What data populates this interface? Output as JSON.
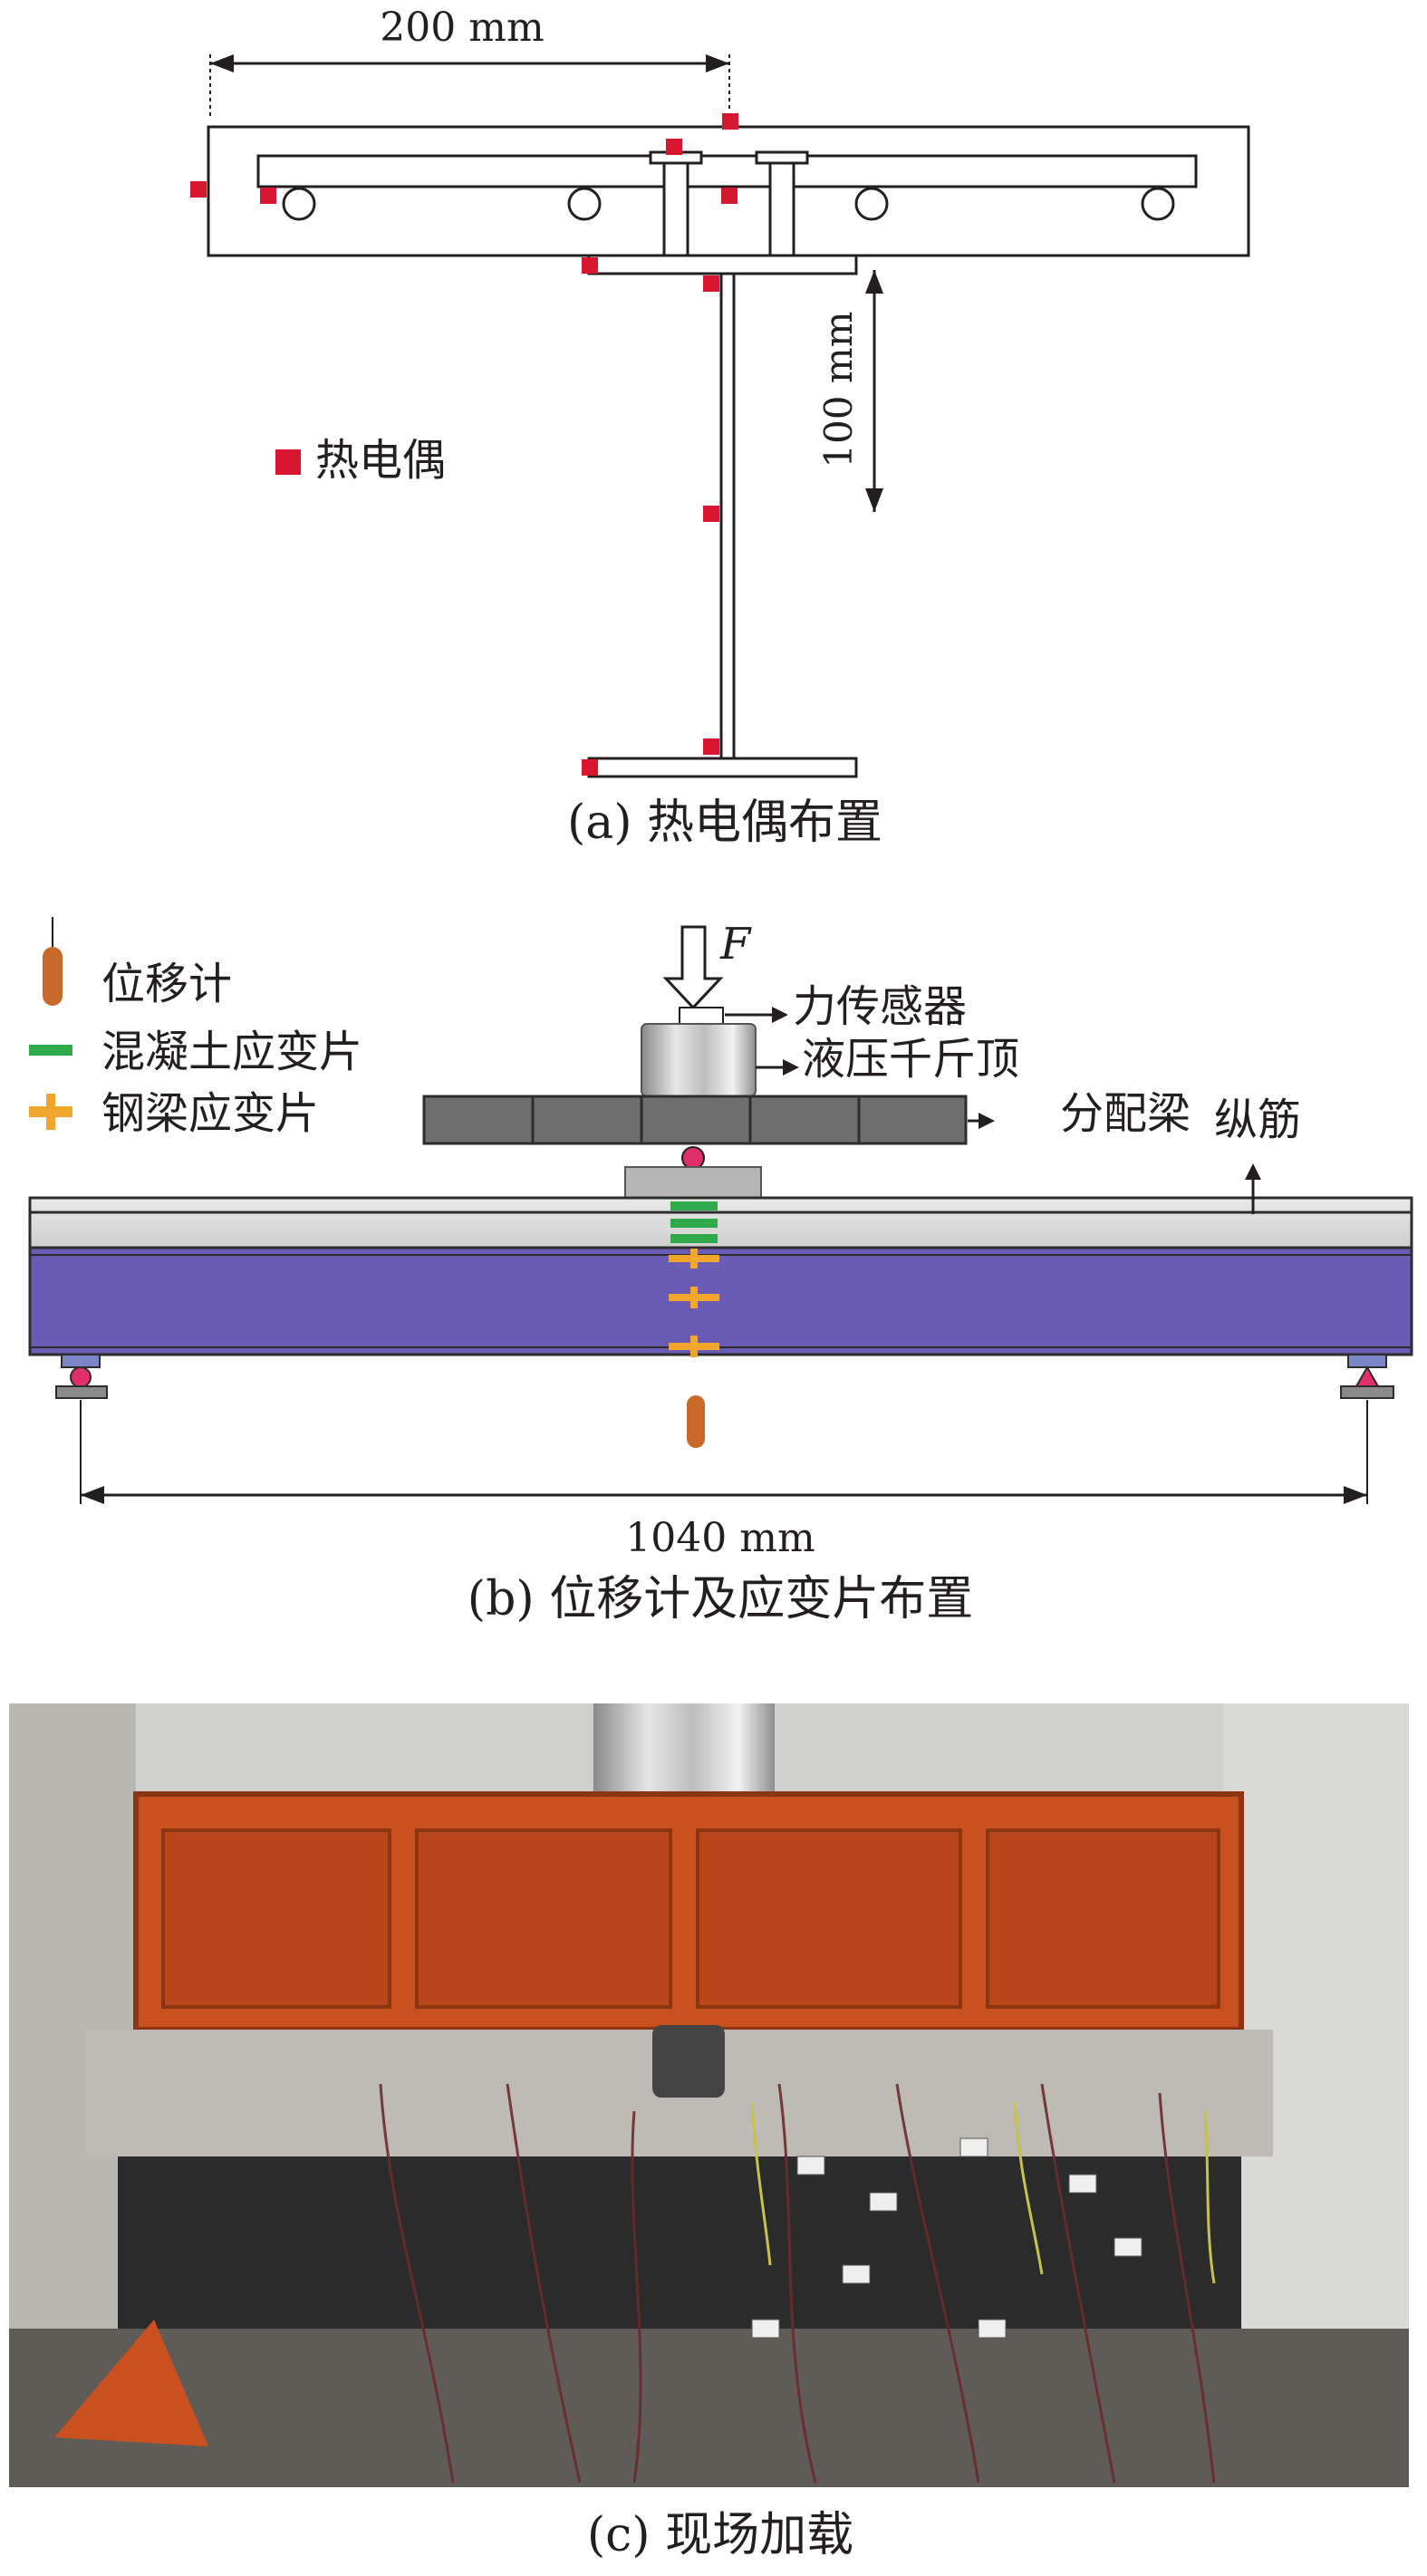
{
  "panel_a": {
    "dim_width": "200 mm",
    "dim_height": "100 mm",
    "legend_thermocouple": "热电偶",
    "caption": "(a) 热电偶布置"
  },
  "panel_b": {
    "legend_displacement": "位移计",
    "legend_concrete_gauge": "混凝土应变片",
    "legend_steel_gauge": "钢梁应变片",
    "force_symbol": "F",
    "label_load_cell": "力传感器",
    "label_jack": "液压千斤顶",
    "label_distribution_beam": "分配梁",
    "label_rebar": "纵筋",
    "dim_span": "1040 mm",
    "caption": "(b) 位移计及应变片布置"
  },
  "panel_c": {
    "caption": "(c) 现场加载"
  },
  "colors": {
    "thermocouple": "#d7172f",
    "steel_beam": "#6a5bb5",
    "concrete_gauge": "#2faa4a",
    "steel_gauge": "#f2a62b",
    "lvdt": "#c8682a",
    "distribution_beam_photo": "#c9511f"
  }
}
